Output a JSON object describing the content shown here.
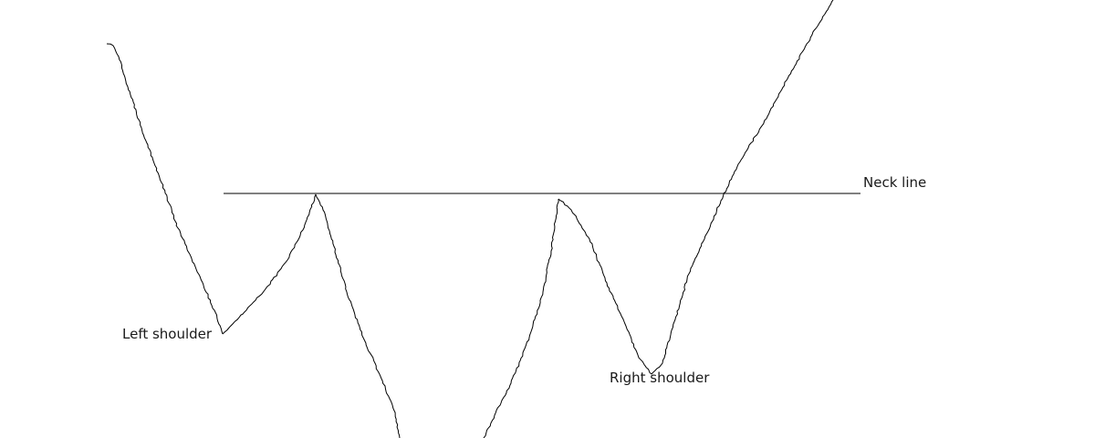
{
  "labels": {
    "neck_line": "Neck line",
    "left_shoulder": "Left shoulder",
    "right_shoulder": "Right shoulder"
  },
  "colors": {
    "background": "#ffffff",
    "line": "#000000",
    "text": "#1a1a1a"
  }
}
